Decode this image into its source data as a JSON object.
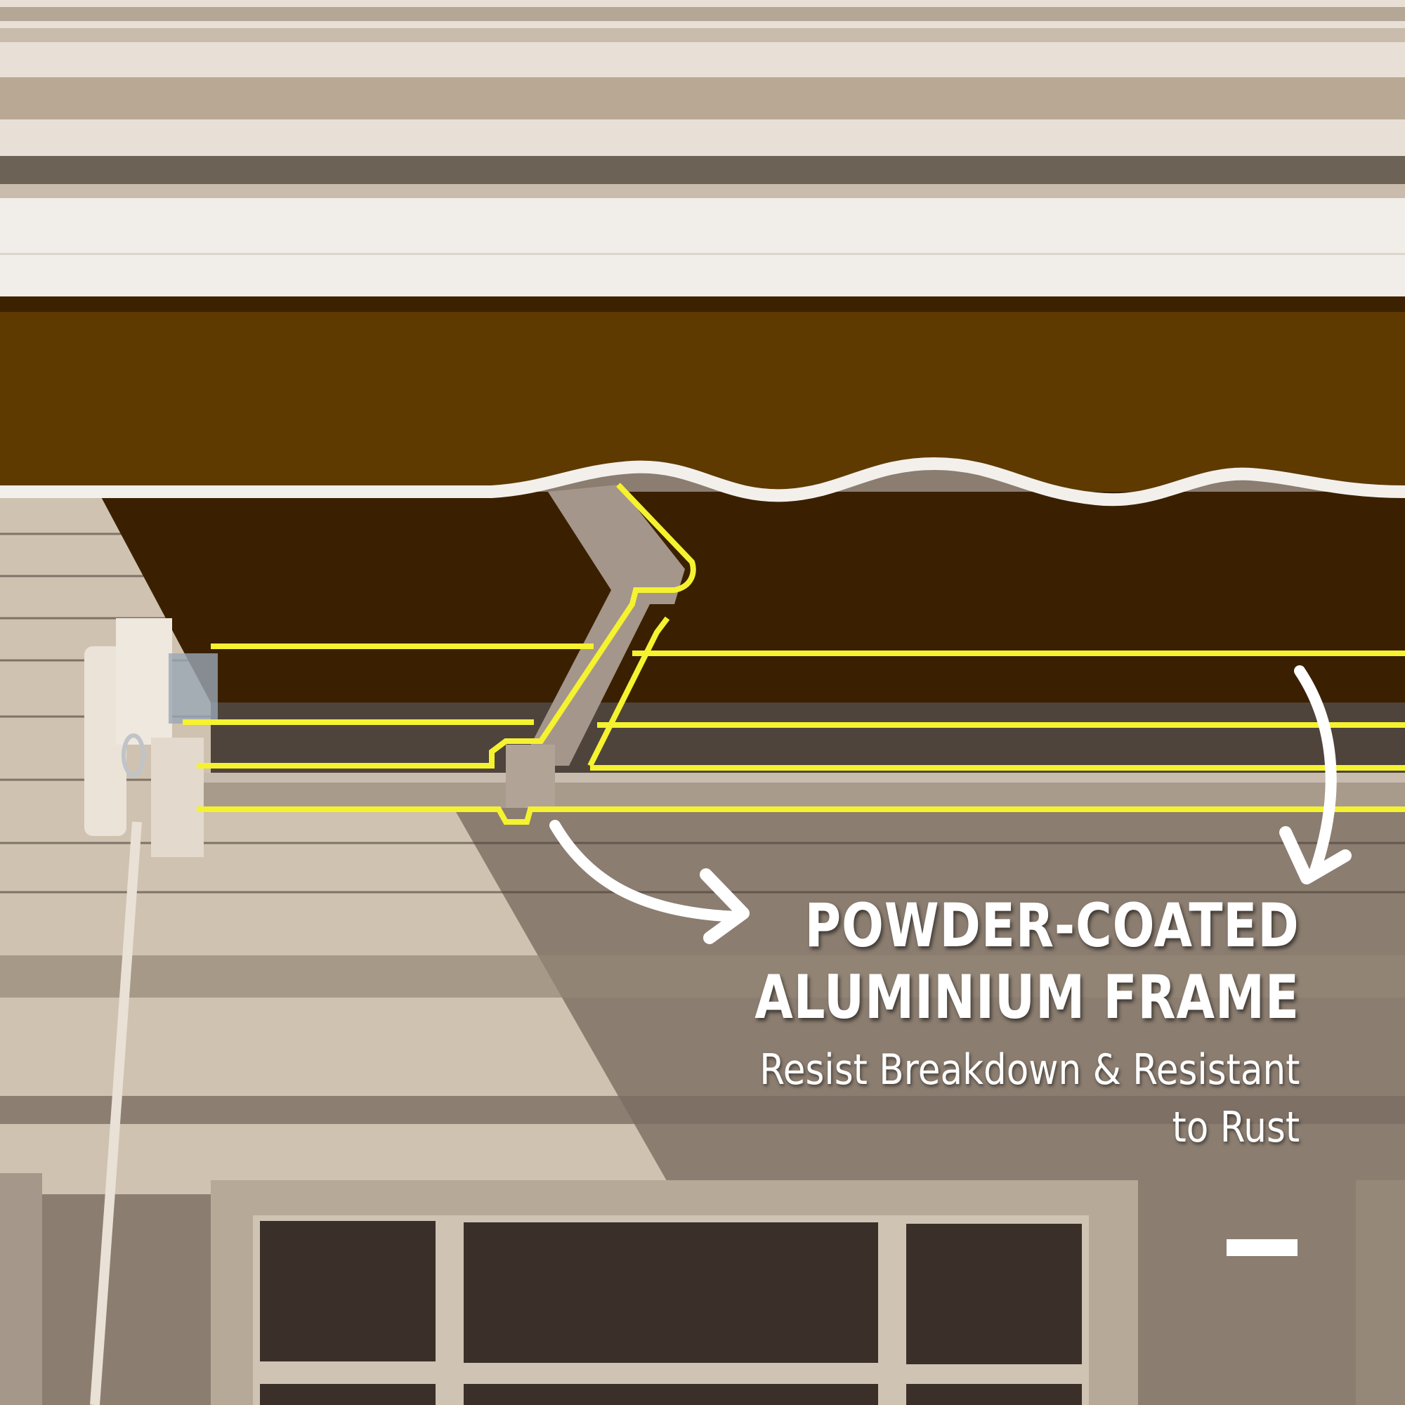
{
  "feature": {
    "title_line1": "POWDER-COATED",
    "title_line2": "ALUMINIUM FRAME",
    "subtitle_line1": "Resist Breakdown & Resistant",
    "subtitle_line2": "to Rust"
  },
  "colors": {
    "awning_fabric": "#5e3a00",
    "awning_shadow": "#3a2000",
    "highlight_outline": "#f5f230",
    "frame": "#c8bcae",
    "wall_light": "#d2c6b6",
    "wall_shadow": "#7d6f63",
    "text": "#ffffff"
  },
  "icons": {
    "arrow_left": "curved-arrow-right-icon",
    "arrow_right": "curved-arrow-down-icon"
  }
}
